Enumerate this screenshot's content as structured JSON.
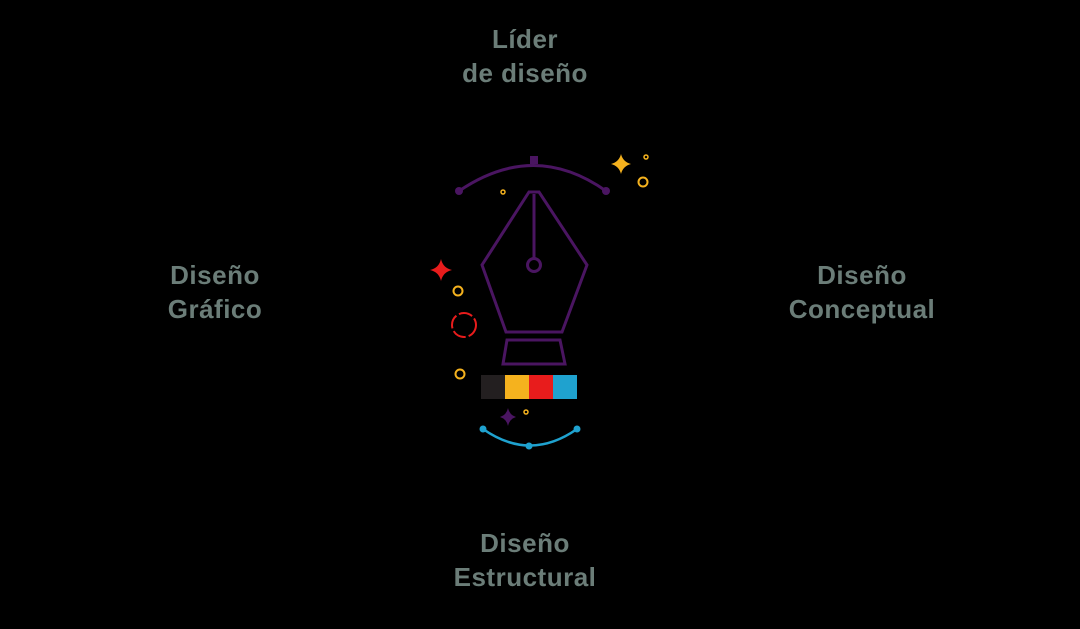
{
  "labels": {
    "top": {
      "line1": "Líder",
      "line2": "de diseño"
    },
    "left": {
      "line1": "Diseño",
      "line2": "Gráfico"
    },
    "right": {
      "line1": "Diseño",
      "line2": "Conceptual"
    },
    "bottom": {
      "line1": "Diseño",
      "line2": "Estructural"
    }
  },
  "colors": {
    "background": "#000000",
    "label_text": "#6b7d78",
    "purple": "#4a1561",
    "yellow": "#f5b21e",
    "red": "#e81c1c",
    "blue": "#1fa2cf",
    "dark": "#231f20"
  },
  "icons": {
    "center": "fountain-pen-nib-icon",
    "sparkles": [
      "sparkle-yellow-icon",
      "sparkle-red-icon",
      "sparkle-purple-icon"
    ],
    "palette": [
      "swatch-dark",
      "swatch-yellow",
      "swatch-red",
      "swatch-blue"
    ]
  }
}
